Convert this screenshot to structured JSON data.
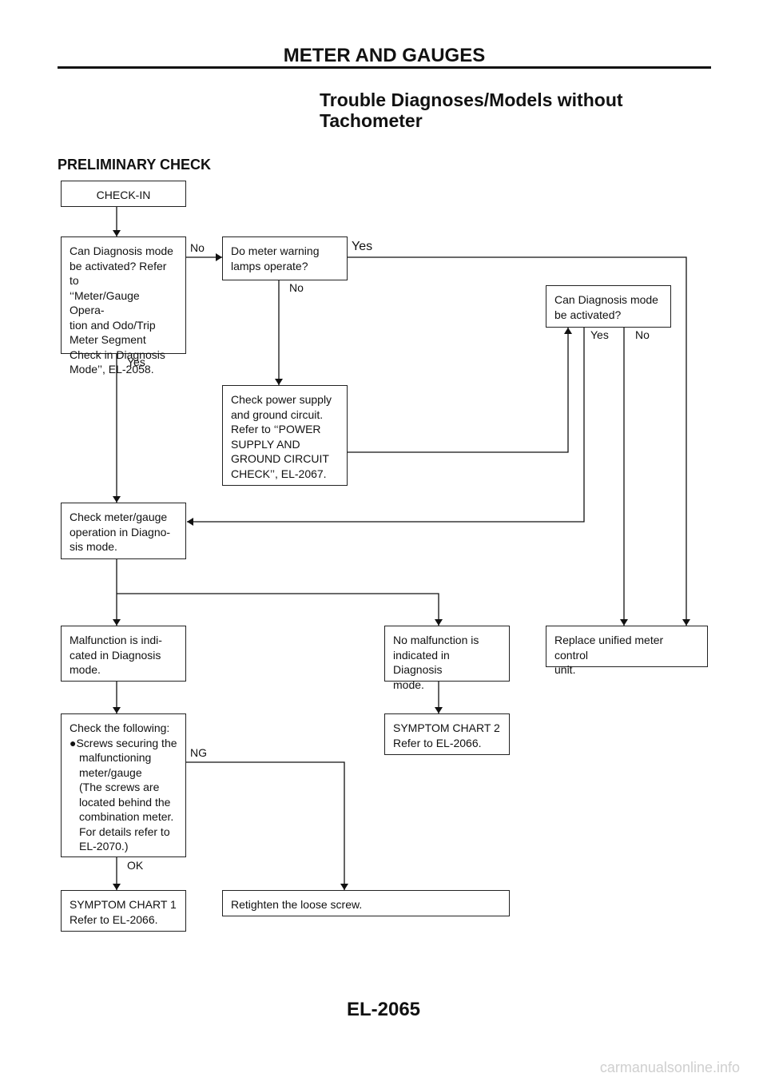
{
  "header": "METER AND GAUGES",
  "title": [
    "Trouble Diagnoses/Models without",
    "Tachometer"
  ],
  "section": "PRELIMINARY CHECK",
  "nodes": {
    "checkin": "CHECK-IN",
    "can_diag": [
      "Can Diagnosis mode",
      "be activated? Refer to",
      "‘‘Meter/Gauge Opera-",
      "tion and Odo/Trip",
      "Meter Segment",
      "Check in Diagnosis",
      "Mode’’, EL-2058."
    ],
    "warning": [
      "Do meter warning",
      "lamps operate?"
    ],
    "can_diag2": [
      "Can Diagnosis mode",
      "be activated?"
    ],
    "power": [
      "Check power supply",
      "and ground circuit.",
      "Refer to ‘‘POWER",
      "SUPPLY AND",
      "GROUND CIRCUIT",
      "CHECK’’, EL-2067."
    ],
    "check_meter": [
      "Check meter/gauge",
      "operation in Diagno-",
      "sis mode."
    ],
    "malfunction": [
      "Malfunction is indi-",
      "cated in Diagnosis",
      "mode."
    ],
    "no_malfunction": [
      "No malfunction is",
      "indicated in Diagnosis",
      "mode."
    ],
    "replace": [
      "Replace unified meter control",
      "unit."
    ],
    "check_following": {
      "heading": "Check the following:",
      "bullet": "●Screws securing the",
      "lines": [
        "malfunctioning",
        "meter/gauge",
        "(The screws are",
        "located behind the",
        "combination meter.",
        "For details refer to",
        "EL-2070.)"
      ]
    },
    "symptom2": [
      "SYMPTOM CHART 2",
      "Refer to EL-2066."
    ],
    "symptom1": [
      "SYMPTOM CHART 1",
      "Refer to EL-2066."
    ],
    "retighten": "Retighten the loose screw."
  },
  "labels": {
    "no_1": "No",
    "yes_1": "Yes",
    "no_2": "No",
    "yes_2": "Yes",
    "yes_3": "Yes",
    "no_3": "No",
    "ng": "NG",
    "ok": "OK"
  },
  "footer": "EL-2065",
  "watermark": "carmanualsonline.info"
}
